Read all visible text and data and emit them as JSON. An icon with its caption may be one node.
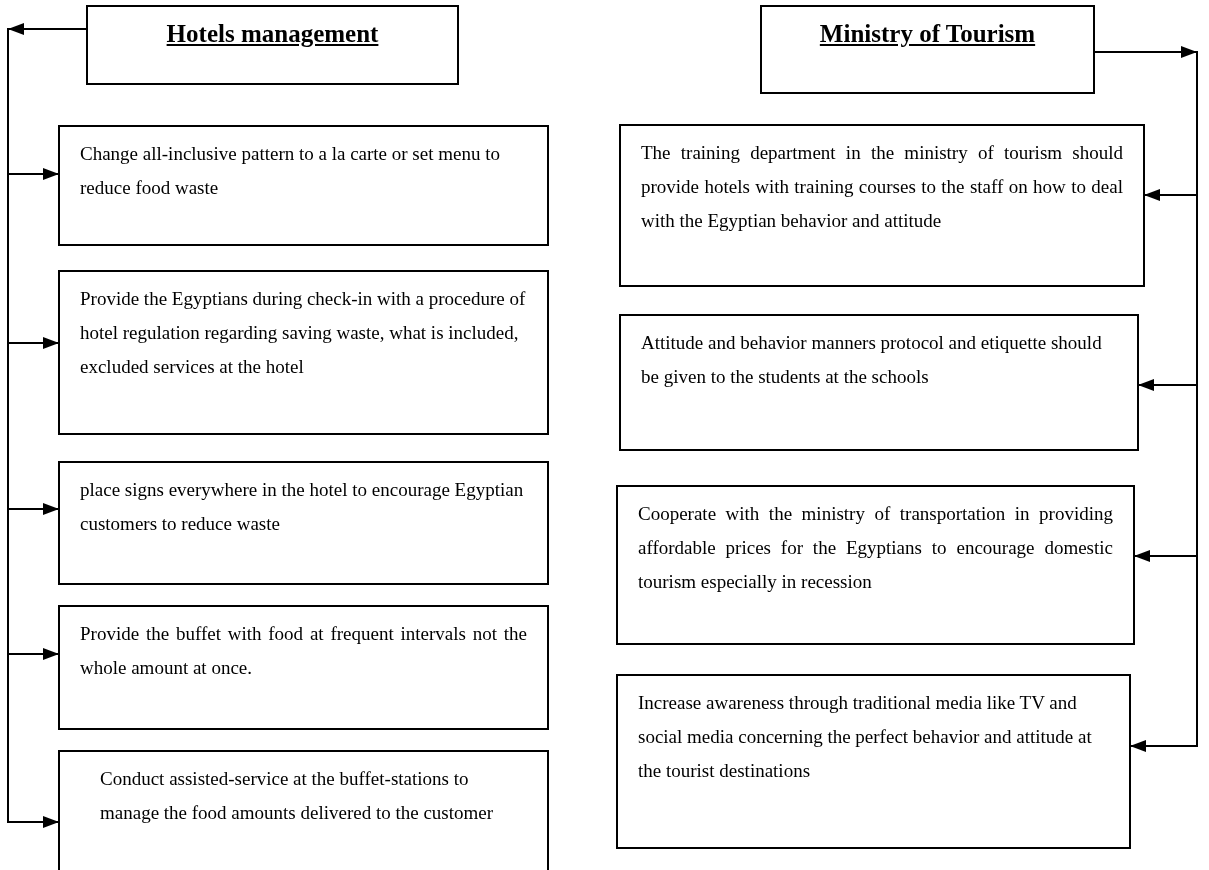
{
  "diagram": {
    "nodes": [
      {
        "text": [
          "Hotels management"
        ]
      },
      {
        "text": [
          "Change all-inclusive pattern to a la carte or set menu to reduce food waste"
        ]
      },
      {
        "text": [
          "Provide the Egyptians during check-in with a procedure of hotel regulation regarding saving waste, what is included, excluded services at the hotel"
        ]
      },
      {
        "text": [
          "place signs everywhere in the hotel to encourage Egyptian customers to reduce waste"
        ]
      },
      {
        "text": [
          "Provide the buffet with food at frequent intervals not the whole amount at once."
        ]
      },
      {
        "text": [
          "Conduct assisted-service at the buffet-stations to manage the food amounts delivered to the customer"
        ]
      },
      {
        "text": [
          "Ministry of Tourism"
        ]
      },
      {
        "text": [
          "The training department in the ministry of tourism should provide hotels with training courses to the staff on how to deal with the Egyptian behavior and attitude"
        ]
      },
      {
        "text": [
          "Attitude and behavior manners protocol and etiquette should be given to the students at the schools"
        ]
      },
      {
        "text": [
          "Cooperate with the ministry of transportation in providing affordable prices for the Egyptians to encourage domestic tourism especially in recession"
        ]
      },
      {
        "text": [
          "Increase awareness through traditional media like TV and social media concerning the perfect behavior and attitude at the tourist destinations"
        ]
      }
    ],
    "edges": [
      {
        "from": 0,
        "to": 1,
        "arrow": "to"
      },
      {
        "from": 0,
        "to": 2,
        "arrow": "to"
      },
      {
        "from": 0,
        "to": 3,
        "arrow": "to"
      },
      {
        "from": 0,
        "to": 4,
        "arrow": "to"
      },
      {
        "from": 0,
        "to": 5,
        "arrow": "to"
      },
      {
        "from": 6,
        "to": 7,
        "arrow": "to"
      },
      {
        "from": 6,
        "to": 8,
        "arrow": "to"
      },
      {
        "from": 6,
        "to": 9,
        "arrow": "to"
      },
      {
        "from": 6,
        "to": 10,
        "arrow": "to"
      }
    ]
  }
}
